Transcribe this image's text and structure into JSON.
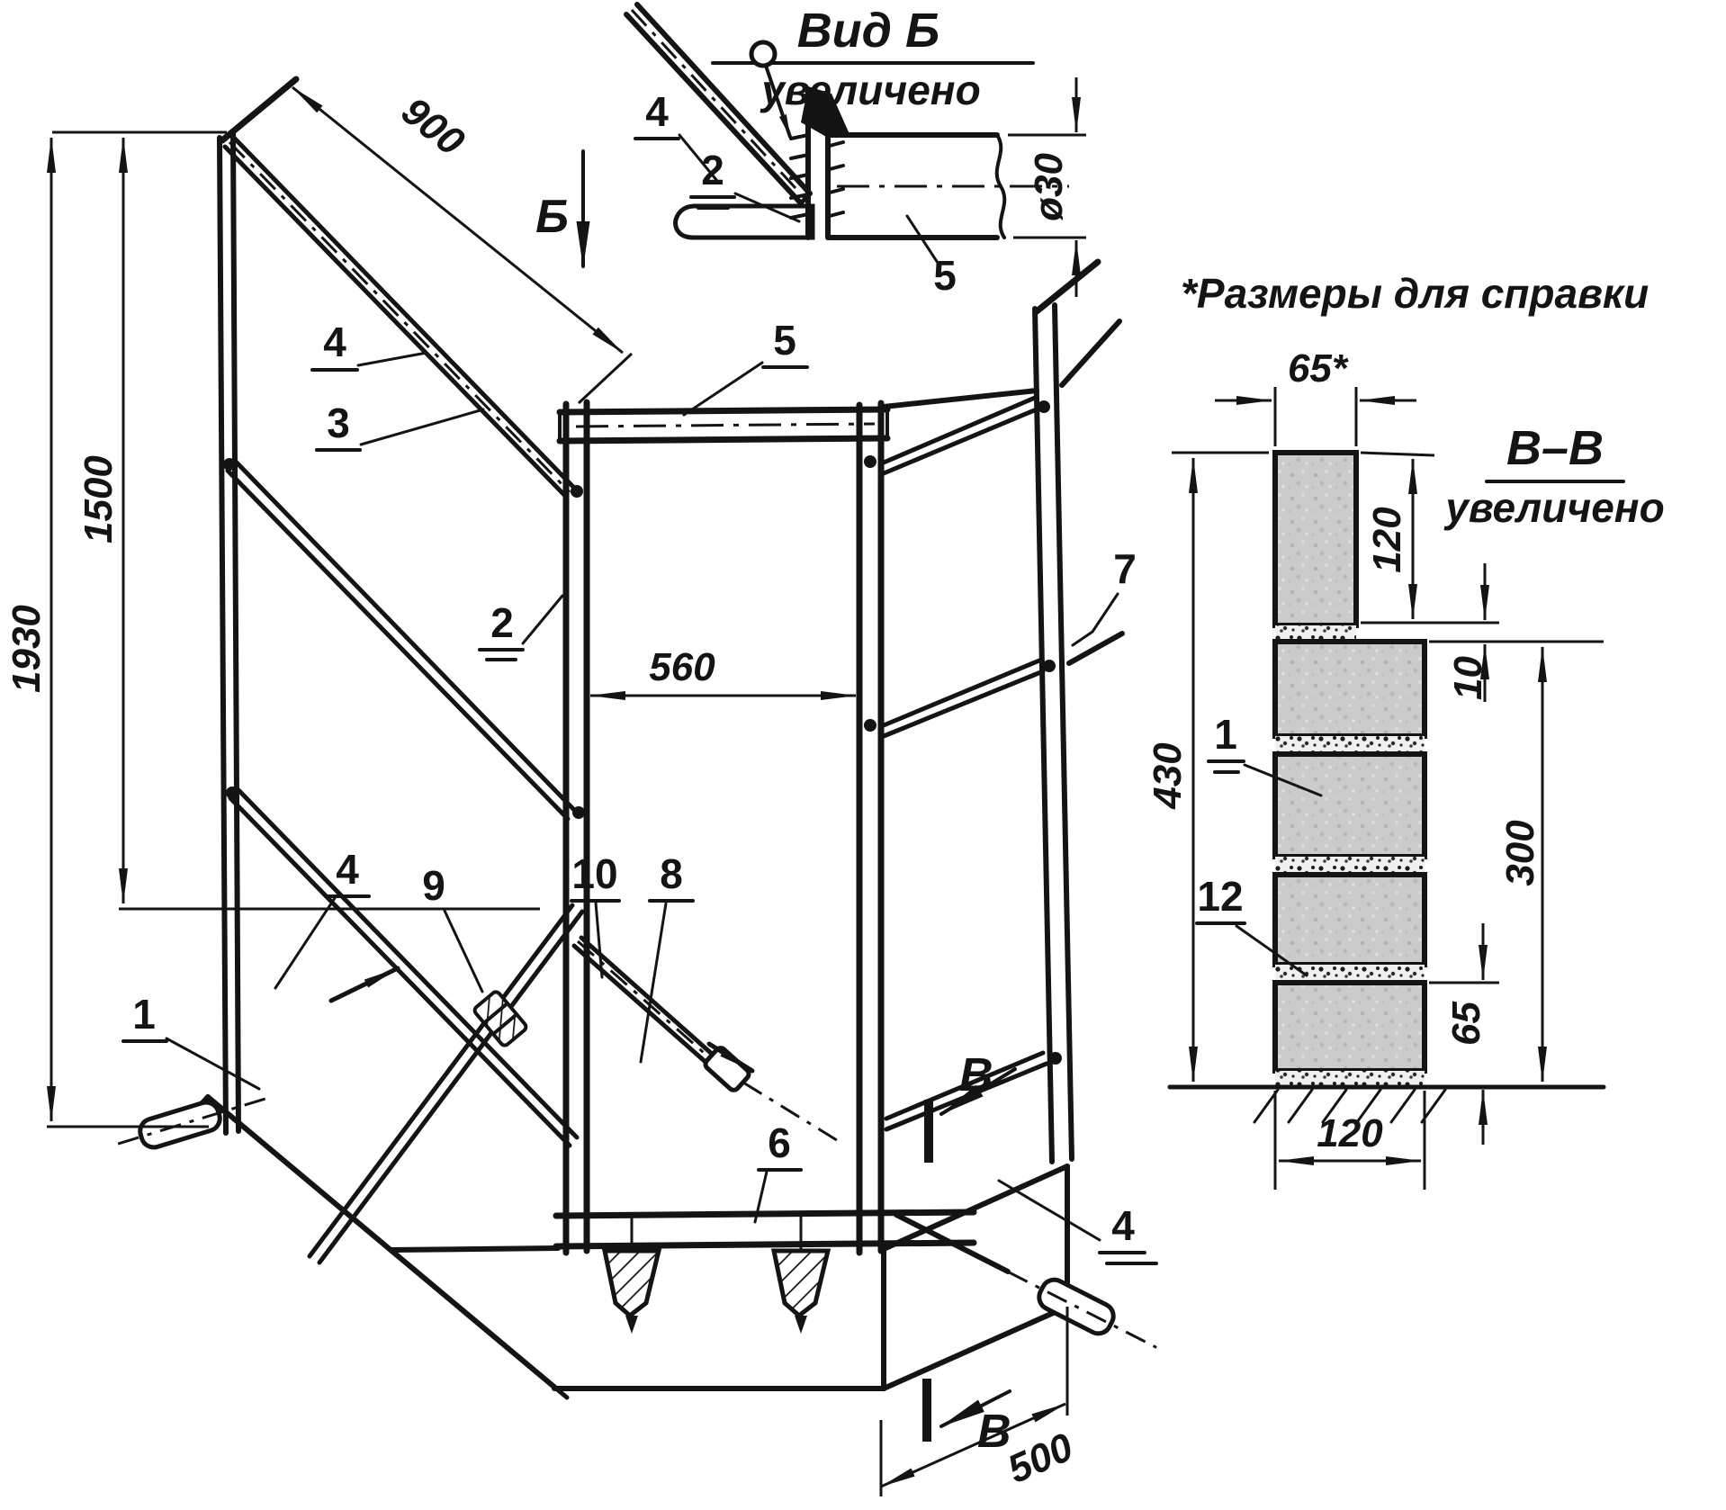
{
  "drawing": {
    "main_view": {
      "dims": {
        "total_height": "1930",
        "post_height": "1500",
        "left_panel_width": "900",
        "center_panel_width": "560",
        "right_panel_width": "500"
      },
      "view_letter_b": "Б",
      "section_letter": "В",
      "callouts": {
        "c1": "1",
        "c2": "2",
        "c3": "3",
        "c4": "4",
        "c5": "5",
        "c6": "6",
        "c7": "7",
        "c8": "8",
        "c9": "9",
        "c10": "10"
      }
    },
    "detail_view": {
      "title": "Вид Б",
      "scale_note": "увеличено",
      "tube_diameter": "ø30",
      "callouts": {
        "c2": "2",
        "c4": "4",
        "c5": "5"
      }
    },
    "section_view": {
      "title": "В–В",
      "scale_note": "увеличено",
      "reference_note": "*Размеры для справки",
      "dims": {
        "top_width": "65*",
        "top_height": "120",
        "joint": "10",
        "stack_height": "300",
        "total_height": "430",
        "bottom_height": "65",
        "bottom_width": "120"
      },
      "callouts": {
        "c1": "1",
        "c12": "12"
      }
    }
  }
}
